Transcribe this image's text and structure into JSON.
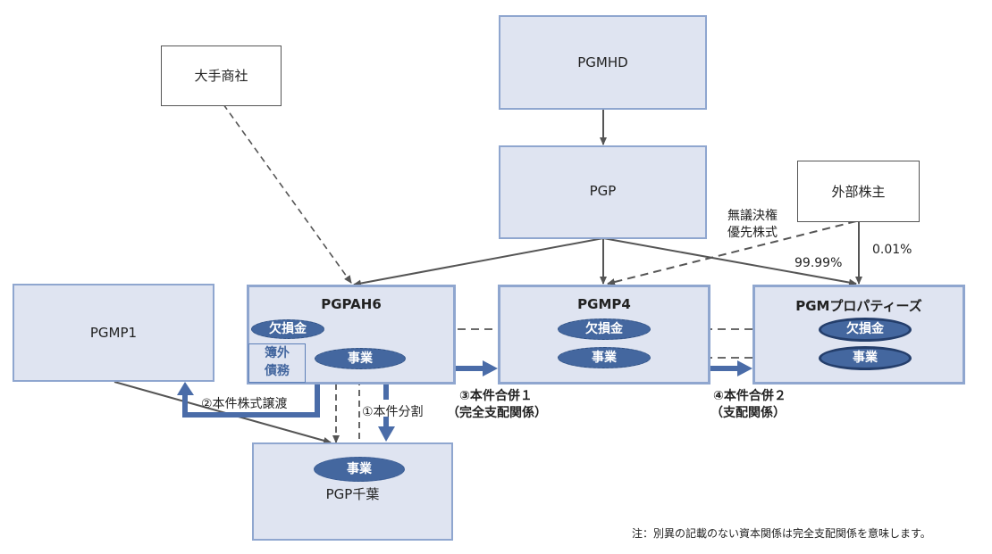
{
  "entities": {
    "trading_company": "大手商社",
    "pgmhd": "PGMHD",
    "pgp": "PGP",
    "external_shareholders": "外部株主",
    "pgmp1": "PGMP1",
    "pgpah6": "PGPAH6",
    "pgmp4": "PGMP4",
    "pgm_properties": "PGMプロパティーズ",
    "pgp_chiba": "PGP千葉"
  },
  "items": {
    "deficit": "欠損金",
    "business": "事業",
    "off_book_debt_line1": "簿外",
    "off_book_debt_line2": "債務"
  },
  "labels": {
    "nonvoting_line1": "無議決権",
    "nonvoting_line2": "優先株式",
    "pct_pgp": "99.99%",
    "pct_external": "0.01%",
    "step1": "①本件分割",
    "step2": "②本件株式譲渡",
    "step3_line1": "③本件合併１",
    "step3_line2": "（完全支配関係）",
    "step4_line1": "④本件合併２",
    "step4_line2": "（支配関係）"
  },
  "footnote": "注：別異の記載のない資本関係は完全支配関係を意味します。",
  "colors": {
    "box_fill": "#dfe4f1",
    "box_border": "#8fa6cf",
    "ellipse_fill": "#44679f",
    "flow_arrow": "#4a6ca8",
    "line": "#555555"
  }
}
